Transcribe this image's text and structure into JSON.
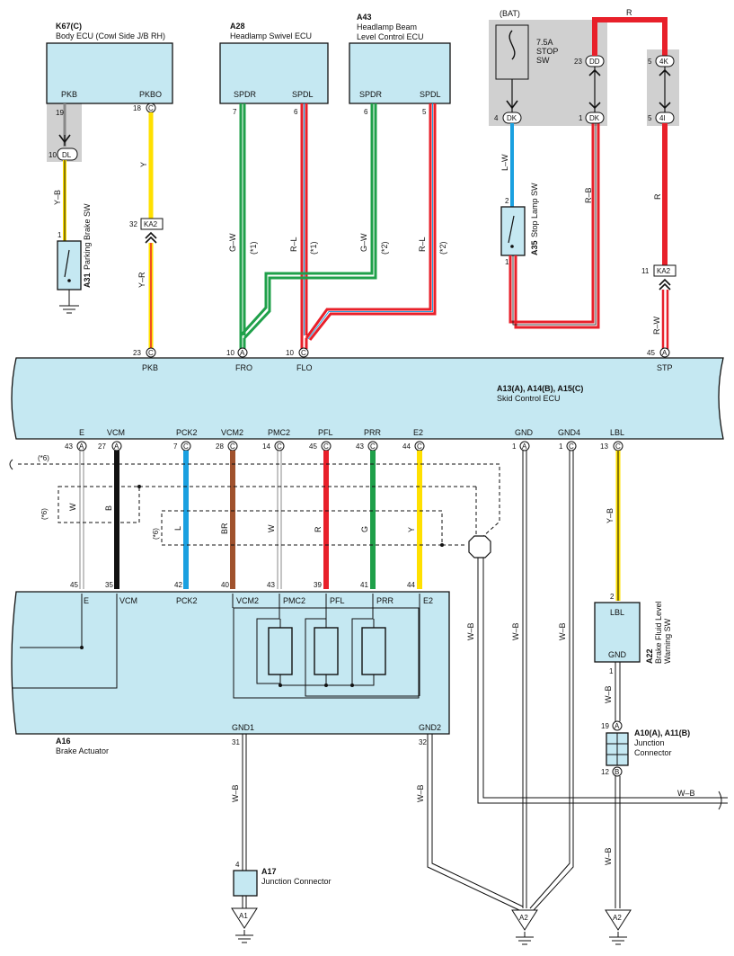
{
  "components": {
    "k67": {
      "code": "K67(C)",
      "name": "Body ECU (Cowl Side J/B RH)",
      "pin_pkb": "PKB",
      "pin_pkbo": "PKBO"
    },
    "a28": {
      "code": "A28",
      "name": "Headlamp Swivel ECU",
      "pin_spdr": "SPDR",
      "pin_spdl": "SPDL"
    },
    "a43": {
      "code": "A43",
      "name1": "Headlamp Beam",
      "name2": "Level Control ECU",
      "pin_spdr": "SPDR",
      "pin_spdl": "SPDL"
    },
    "bat": {
      "label": "(BAT)",
      "fuse1": "7.5A",
      "fuse2": "STOP",
      "fuse3": "SW"
    },
    "a31": {
      "code": "A31",
      "name": "Parking Brake SW"
    },
    "a35": {
      "code": "A35",
      "name": "Stop Lamp SW"
    },
    "skid": {
      "code": "A13(A), A14(B), A15(C)",
      "name": "Skid Control ECU",
      "top_pins": [
        "PKB",
        "FRO",
        "FLO",
        "STP"
      ],
      "bottom_pins": [
        "E",
        "VCM",
        "PCK2",
        "VCM2",
        "PMC2",
        "PFL",
        "PRR",
        "E2",
        "GND",
        "GND4",
        "LBL"
      ]
    },
    "a16": {
      "code": "A16",
      "name": "Brake Actuator",
      "top_pins": [
        "E",
        "VCM",
        "PCK2",
        "VCM2",
        "PMC2",
        "PFL",
        "PRR",
        "E2"
      ],
      "gnd1": "GND1",
      "gnd2": "GND2"
    },
    "a22": {
      "code": "A22",
      "name1": "Brake Fluid Level",
      "name2": "Warning SW",
      "pin_lbl": "LBL",
      "pin_gnd": "GND"
    },
    "a10": {
      "code": "A10(A), A11(B)",
      "name1": "Junction",
      "name2": "Connector"
    },
    "a17": {
      "code": "A17",
      "name": "Junction Connector"
    }
  },
  "wires": {
    "y_b": "Y–B",
    "y": "Y",
    "y_r": "Y–R",
    "g_w": "G–W",
    "r_l": "R–L",
    "l_w": "L–W",
    "r_b": "R–B",
    "r": "R",
    "r_w": "R–W",
    "w_b": "W–B",
    "star1": "(*1)",
    "star2": "(*2)",
    "star6": "(*6)",
    "w": "W",
    "b": "B",
    "l": "L",
    "br": "BR",
    "g": "G"
  },
  "connectors": {
    "dl": "DL",
    "c": "C",
    "ka2": "KA2",
    "dk": "DK",
    "dd": "DD",
    "k4": "4K",
    "i4": "4I",
    "a": "A",
    "b": "B",
    "a1": "A1",
    "a2": "A2"
  },
  "pins": {
    "p19": "19",
    "p10": "10",
    "p1": "1",
    "p18": "18",
    "p32": "32",
    "p7": "7",
    "p6": "6",
    "p5": "5",
    "p4": "4",
    "p23": "23",
    "p2": "2",
    "p11": "11",
    "p45": "45",
    "p43": "43",
    "p27": "27",
    "p28": "28",
    "p14": "14",
    "p44": "44",
    "p13": "13",
    "p35": "35",
    "p42": "42",
    "p40": "40",
    "p39": "39",
    "p41": "41",
    "p31": "31",
    "p12": "12"
  },
  "colors": {
    "yellow": "#ffe000",
    "green": "#1fa04a",
    "red": "#e8202a",
    "blue": "#1aa0e0",
    "brown": "#a0522d",
    "black": "#111111",
    "ecu_fill": "#c5e8f2",
    "gray_zone": "#d0d0d0"
  }
}
